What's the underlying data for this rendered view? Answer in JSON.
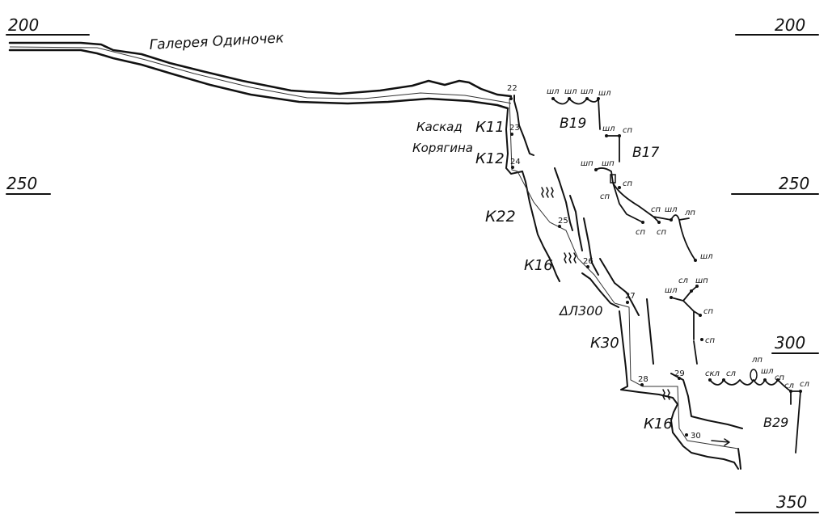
{
  "depth_marks": [
    "200",
    "200",
    "250",
    "250",
    "300",
    "350"
  ],
  "gallery_title": "Галерея Одиночек",
  "cascade": {
    "line1": "Каскад",
    "line2": "Корягина"
  },
  "shafts": {
    "k11": "К11",
    "k12": "К12",
    "k22": "К22",
    "k16a": "К16",
    "k30": "К30",
    "k16b": "К16",
    "dl300": "ΔЛ300"
  },
  "stations": [
    "22",
    "23",
    "24",
    "25",
    "26",
    "27",
    "28",
    "29",
    "30"
  ],
  "side_passages": {
    "b19": {
      "name": "В19",
      "marks": [
        "шл",
        "шл",
        "шл",
        "шл"
      ]
    },
    "b17": {
      "name": "В17",
      "marks": [
        "шл",
        "сп",
        "шп",
        "шп",
        "сп",
        "сп",
        "сп",
        "шл",
        "лп",
        "сп",
        "сп",
        "шл"
      ]
    },
    "mid": {
      "marks": [
        "шл",
        "сл",
        "шп",
        "сп",
        "сп"
      ]
    },
    "b29": {
      "name": "В29",
      "marks": [
        "скл",
        "сл",
        "лп",
        "шл",
        "сп",
        "сл",
        "сл"
      ]
    }
  }
}
